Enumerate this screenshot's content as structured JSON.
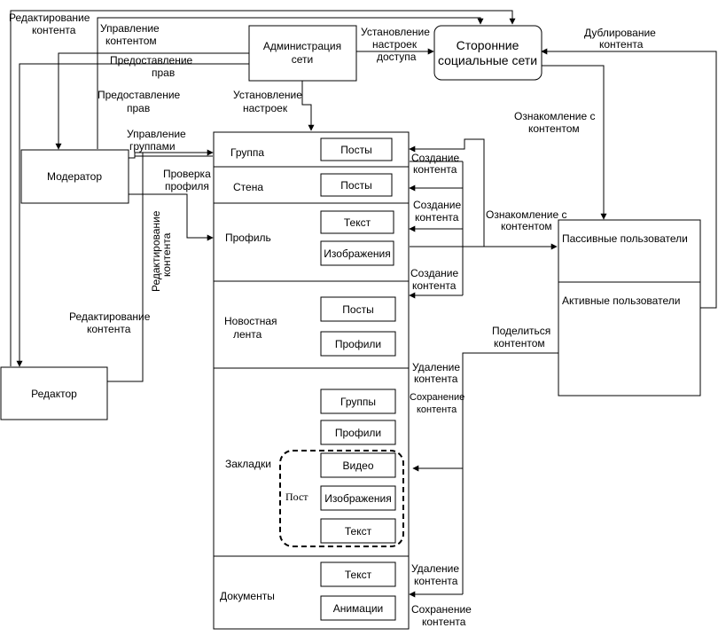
{
  "nodes": {
    "admin": [
      "Администрация",
      "сети"
    ],
    "social": [
      "Сторонние",
      "социальные сети"
    ],
    "moderator": "Модератор",
    "editor": "Редактор",
    "passive_users": "Пассивные пользователи",
    "active_users": "Активные пользователи"
  },
  "sections": {
    "group": "Группа",
    "wall": "Стена",
    "profile": "Профиль",
    "feed": [
      "Новостная",
      "лента"
    ],
    "bookmarks": "Закладки",
    "documents": "Документы",
    "post_group": "Пост"
  },
  "items": {
    "group_posts": "Посты",
    "wall_posts": "Посты",
    "profile_text": "Текст",
    "profile_images": "Изображения",
    "feed_posts": "Посты",
    "feed_profiles": "Профили",
    "bm_groups": "Группы",
    "bm_profiles": "Профили",
    "bm_video": "Видео",
    "bm_images": "Изображения",
    "bm_text": "Текст",
    "doc_text": "Текст",
    "doc_anim": "Анимации"
  },
  "labels": {
    "edit_content_top": [
      "Редактирование",
      "контента"
    ],
    "manage_content": [
      "Управление",
      "контентом"
    ],
    "grant_rights_1": [
      "Предоставление",
      "прав"
    ],
    "grant_rights_2": [
      "Предоставление",
      "прав"
    ],
    "settings_access": [
      "Установление",
      "настроек",
      "доступа"
    ],
    "dup_content": [
      "Дублирование",
      "контента"
    ],
    "set_settings": [
      "Установление",
      "настроек"
    ],
    "manage_groups": [
      "Управление",
      "группами"
    ],
    "check_profile": [
      "Проверка",
      "профиля"
    ],
    "edit_content_vertical": [
      "Редактирование",
      "контента"
    ],
    "edit_content_mid": [
      "Редактирование",
      "контента"
    ],
    "view_content_1": [
      "Ознакомление с",
      "контентом"
    ],
    "view_content_2": [
      "Ознакомление с",
      "контентом"
    ],
    "create_content_1": [
      "Создание",
      "контента"
    ],
    "create_content_2": [
      "Создание",
      "контента"
    ],
    "create_content_3": [
      "Создание",
      "контента"
    ],
    "share_content": [
      "Поделиться",
      "контентом"
    ],
    "delete_content_1": [
      "Удаление",
      "контента"
    ],
    "save_content_1": [
      "Сохранение",
      "контента"
    ],
    "delete_content_2": [
      "Удаление",
      "контента"
    ],
    "save_content_2": [
      "Сохранение",
      "контента"
    ]
  }
}
